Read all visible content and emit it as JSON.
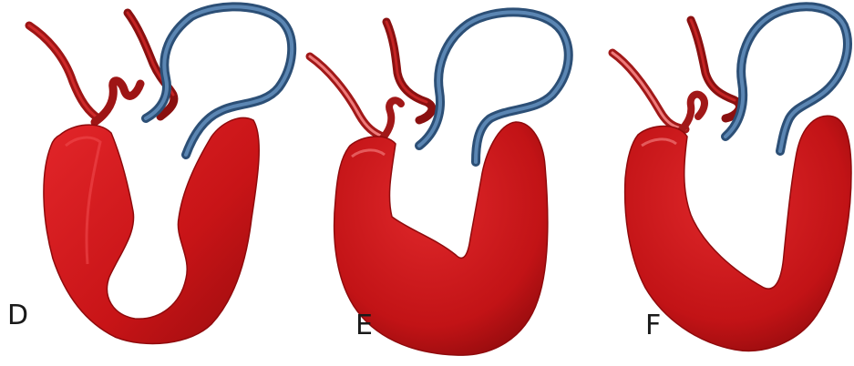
{
  "panels": [
    {
      "label": "D"
    },
    {
      "label": "E"
    },
    {
      "label": "F"
    }
  ],
  "colors": {
    "vessel_red": "#b31b1b",
    "vessel_red_dark": "#7a0f10",
    "vessel_blue": "#3d6690",
    "vessel_blue_dark": "#284a6e",
    "heart_red": "#cc1114",
    "heart_red_dark": "#8f0a0c",
    "label": "#1a1a1a"
  }
}
